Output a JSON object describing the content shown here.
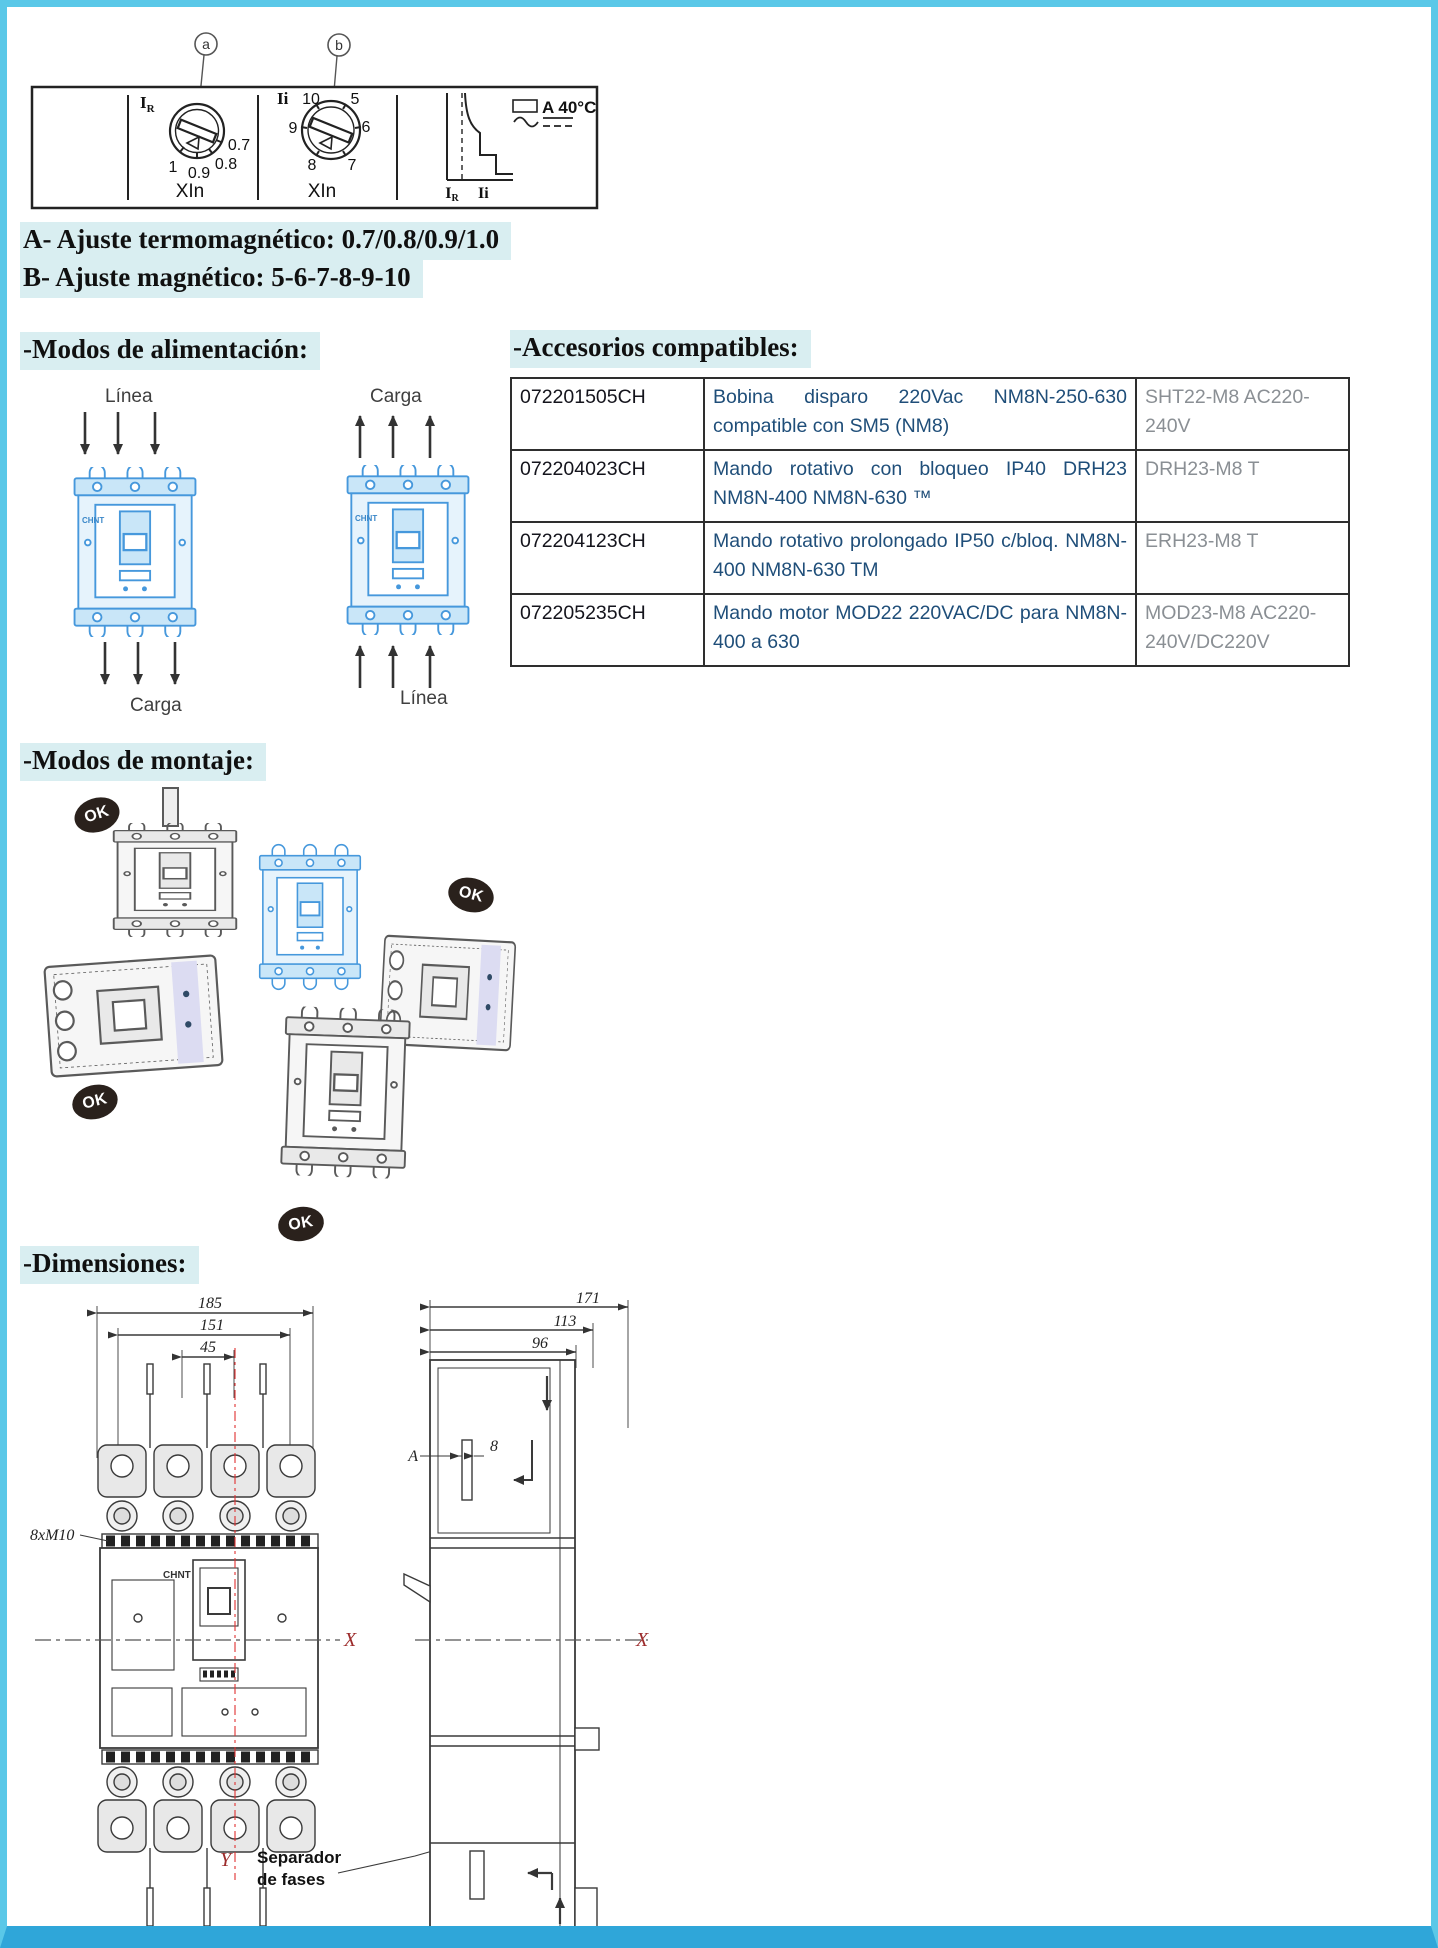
{
  "brand": "CHNT",
  "trip_unit": {
    "callout_a": "a",
    "callout_b": "b",
    "dial_a": {
      "label_main": "I",
      "label_sub": "R",
      "ticks": [
        "1",
        "0.9",
        "0.8",
        "0.7"
      ],
      "unit": "XIn"
    },
    "dial_b": {
      "label": "Ii",
      "ticks": [
        "10",
        "5",
        "9",
        "6",
        "8",
        "7"
      ],
      "unit": "XIn"
    },
    "curve": {
      "x_label_1_main": "I",
      "x_label_1_sub": "R",
      "x_label_2": "Ii",
      "temp_note": "A 40°C"
    }
  },
  "adjustments": {
    "line_a": "A- Ajuste termomagnético: 0.7/0.8/0.9/1.0",
    "line_b": "B- Ajuste magnético: 5-6-7-8-9-10"
  },
  "headings": {
    "power_modes": "-Modos de alimentación:",
    "accessories": "-Accesorios compatibles:",
    "mounting": "-Modos de montaje:",
    "dimensions": "-Dimensiones:"
  },
  "power_modes": {
    "left_top": "Línea",
    "left_bottom": "Carga",
    "right_top": "Carga",
    "right_bottom": "Línea"
  },
  "accessories_table": {
    "rows": [
      {
        "code": "072201505CH",
        "description": "Bobina disparo 220Vac NM8N-250-630 compatible con SM5 (NM8)",
        "model": "SHT22-M8 AC220-240V"
      },
      {
        "code": "072204023CH",
        "description": "Mando rotativo con bloqueo IP40 DRH23 NM8N-400 NM8N-630 ™",
        "model": "DRH23-M8 T"
      },
      {
        "code": "072204123CH",
        "description": "Mando rotativo prolongado IP50 c/bloq. NM8N-400 NM8N-630 TM",
        "model": "ERH23-M8 T"
      },
      {
        "code": "072205235CH",
        "description": "Mando motor MOD22 220VAC/DC para NM8N-400 a 630",
        "model": "MOD23-M8 AC220-240V/DC220V"
      }
    ]
  },
  "mounting": {
    "ok_badge": "OK"
  },
  "dimensions": {
    "front": {
      "width_total": "185",
      "width_holes": "151",
      "pole_pitch": "45",
      "bolt_note": "8xM10",
      "axis_x": "X",
      "axis_y": "Y",
      "separator_line1": "Separador",
      "separator_line2": "de fases"
    },
    "side": {
      "depth_total": "171",
      "depth_mid": "113",
      "depth_body": "96",
      "label_a": "A",
      "label_8": "8",
      "axis_x": "X"
    }
  },
  "colors": {
    "accent_border": "#5ac8e8",
    "highlight": "#d9eef1",
    "table_desc_text": "#1f4e79",
    "table_model_text": "#8a8f94",
    "axis_red": "#9c2b2b"
  }
}
